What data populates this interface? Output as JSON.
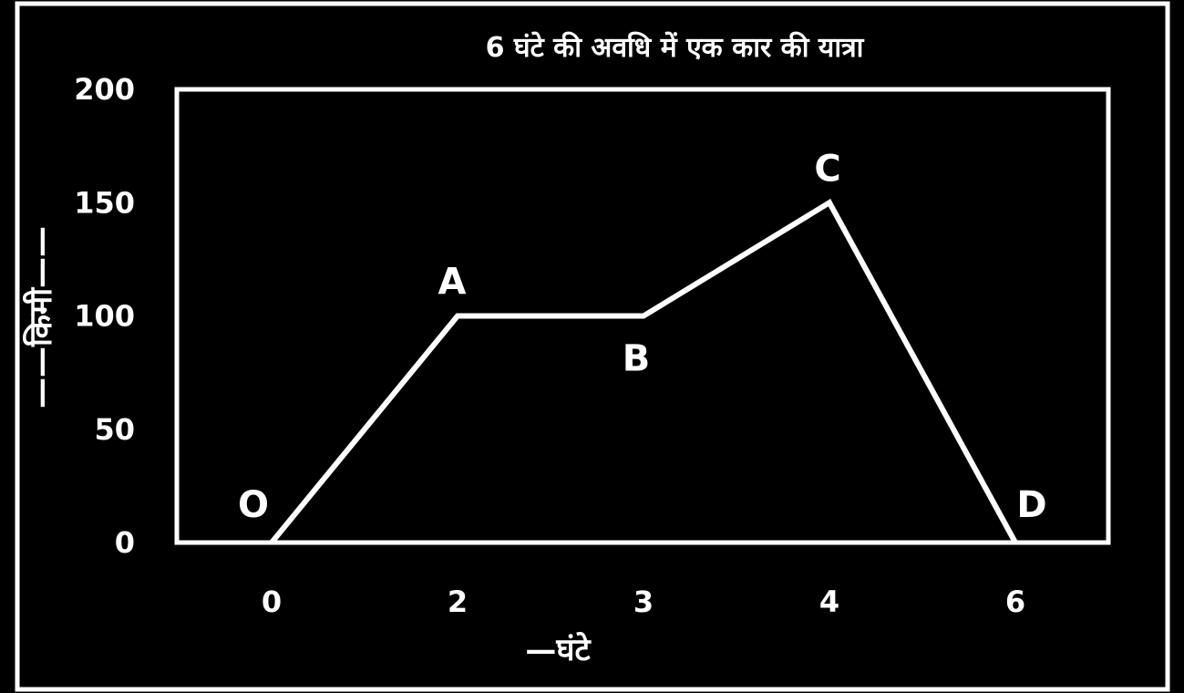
{
  "chart_data": {
    "type": "line",
    "title": "6 घंटे की अवधि में एक कार की यात्रा",
    "xlabel": "—घंटे",
    "ylabel": "——किमी——",
    "x_ticks": [
      "0",
      "2",
      "3",
      "4",
      "6"
    ],
    "y_ticks": [
      "0",
      "50",
      "100",
      "150",
      "200"
    ],
    "ylim": [
      0,
      200
    ],
    "grid": false,
    "series": [
      {
        "points": [
          {
            "label": "O",
            "x": "0",
            "y": 0
          },
          {
            "label": "A",
            "x": "2",
            "y": 100
          },
          {
            "label": "B",
            "x": "3",
            "y": 100
          },
          {
            "label": "C",
            "x": "4",
            "y": 150
          },
          {
            "label": "D",
            "x": "6",
            "y": 0
          }
        ]
      }
    ],
    "colors": {
      "background": "#000000",
      "foreground": "#ffffff"
    }
  }
}
